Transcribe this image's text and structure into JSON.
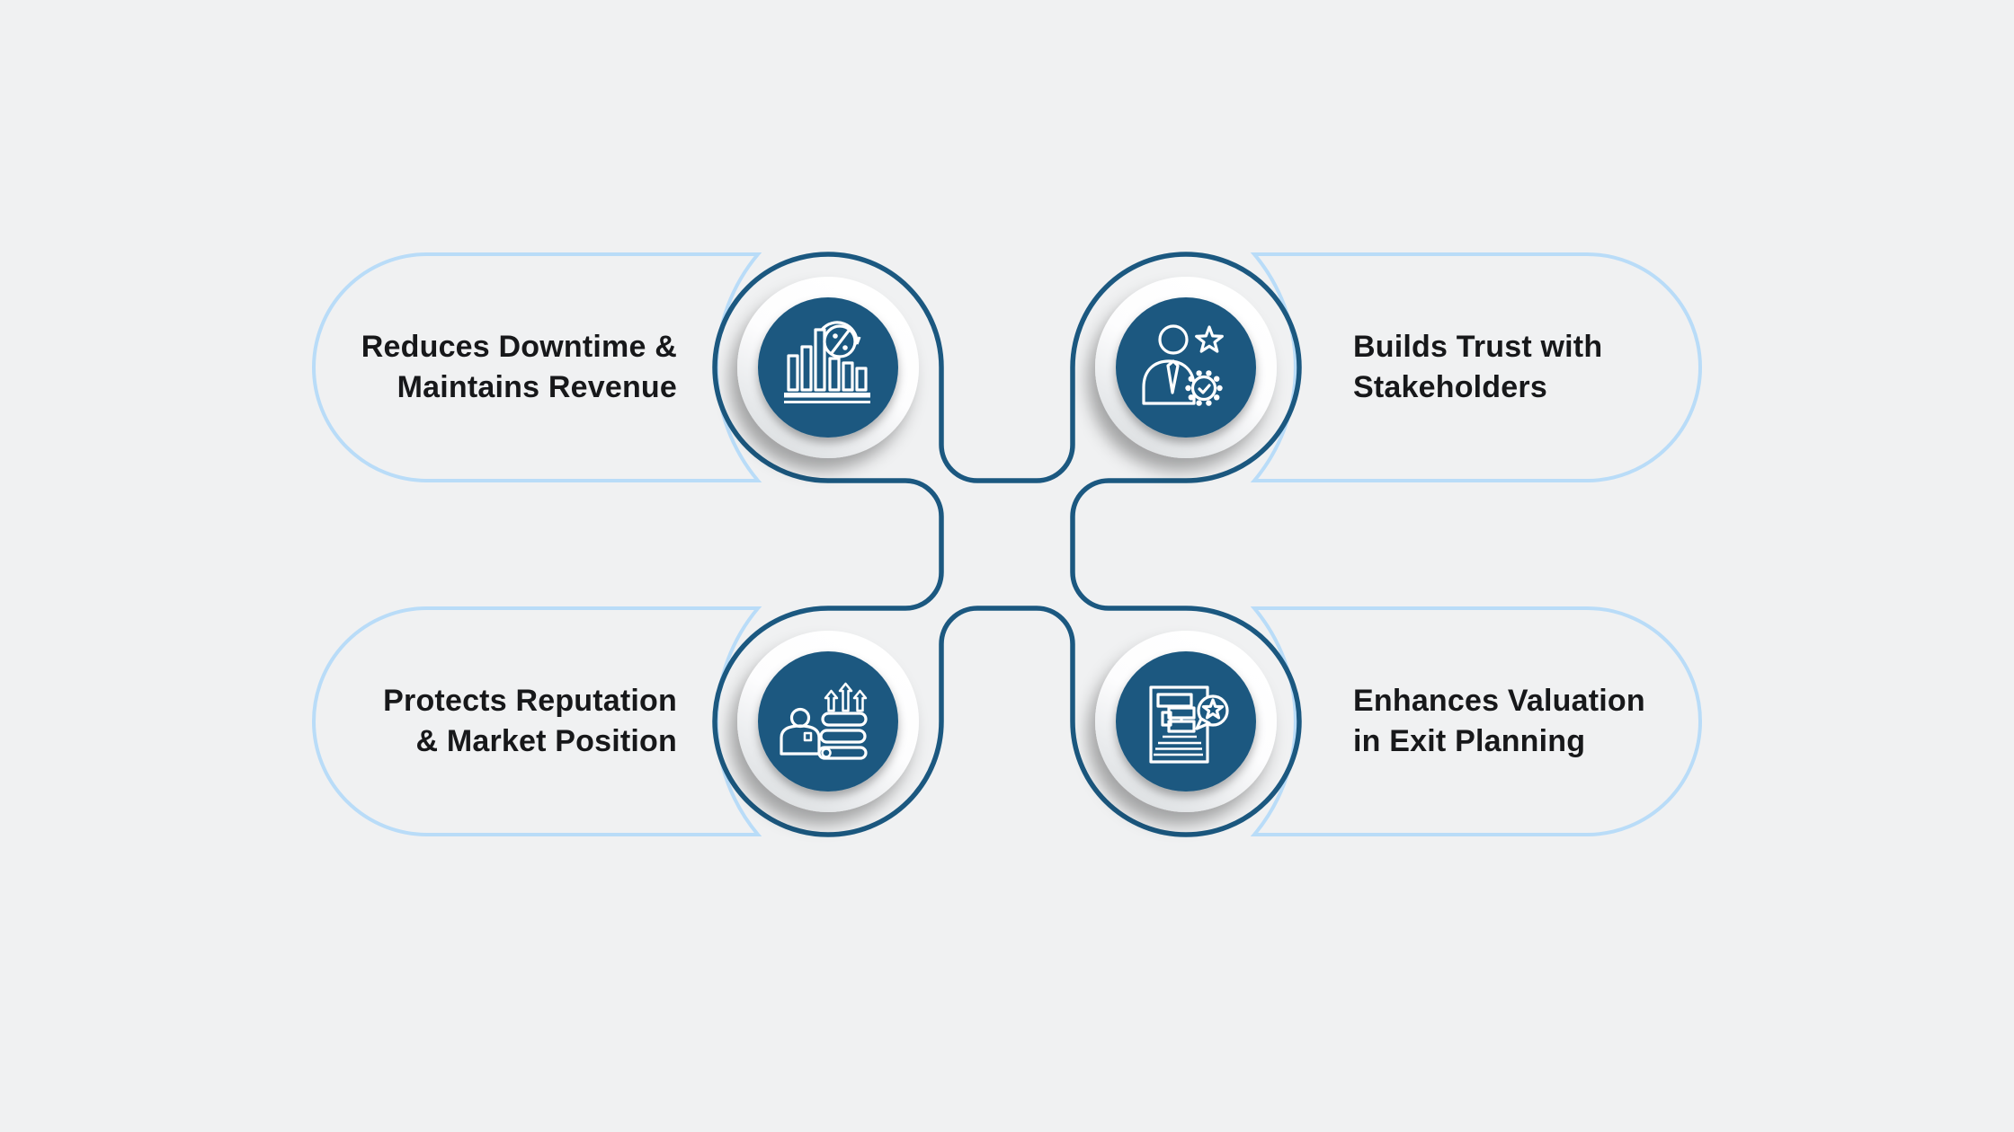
{
  "colors": {
    "background": "#f0f1f2",
    "accent_dark": "#1b5880",
    "accent_light": "#b9dcf8",
    "text": "#17181a",
    "badge_face": "#ffffff"
  },
  "items": [
    {
      "position": "top-left",
      "line1": "Reduces Downtime &",
      "line2": "Maintains Revenue",
      "icon": "bar-chart-percent-refresh-icon"
    },
    {
      "position": "top-right",
      "line1": "Builds Trust with",
      "line2": "Stakeholders",
      "icon": "person-star-verified-icon"
    },
    {
      "position": "bottom-left",
      "line1": "Protects Reputation",
      "line2": "& Market Position",
      "icon": "person-growth-stacks-icon"
    },
    {
      "position": "bottom-right",
      "line1": "Enhances Valuation",
      "line2": "in Exit Planning",
      "icon": "document-star-review-icon"
    }
  ]
}
